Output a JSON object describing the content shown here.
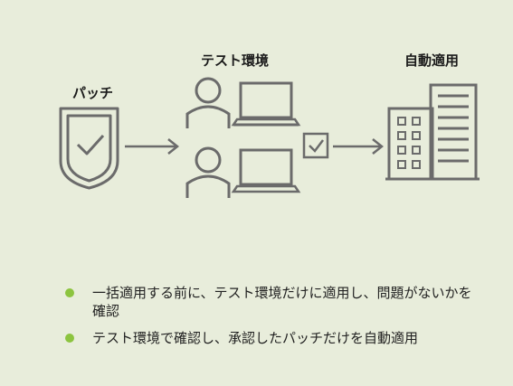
{
  "labels": {
    "patch": "パッチ",
    "test_env": "テスト環境",
    "auto_apply": "自動適用"
  },
  "bullets": [
    {
      "text": "一括適用する前に、テスト環境だけに適用し、問題がないかを確認"
    },
    {
      "text": "テスト環境で確認し、承認したパッチだけを自動適用"
    }
  ],
  "colors": {
    "background": "#e8eddb",
    "icon_stroke": "#6b6b6b",
    "bullet": "#8cc43f"
  }
}
